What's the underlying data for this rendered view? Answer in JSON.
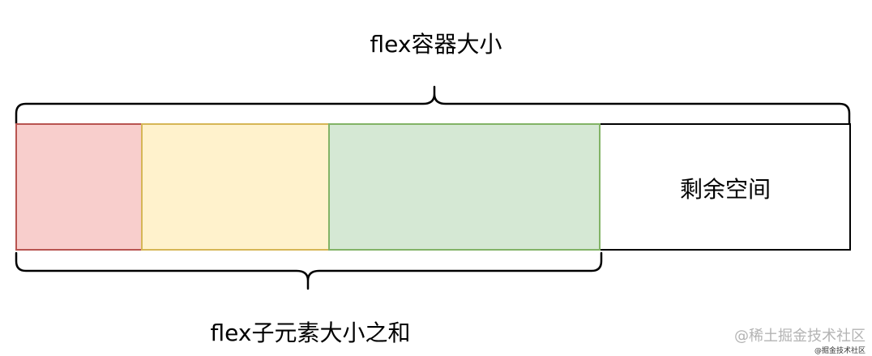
{
  "top_label": "flex容器大小",
  "bottom_label": "flex子元素大小之和",
  "remaining_label": "剩余空间",
  "watermark": {
    "main": "@稀土掘金技术社区",
    "sub": "@掘金技术社区"
  },
  "colors": {
    "item1_fill": "#f8cecc",
    "item1_stroke": "#b85450",
    "item2_fill": "#fff2cc",
    "item2_stroke": "#d6b656",
    "item3_fill": "#d5e8d4",
    "item3_stroke": "#82b366",
    "container_stroke": "#000000",
    "watermark": "#b3b3b3"
  }
}
